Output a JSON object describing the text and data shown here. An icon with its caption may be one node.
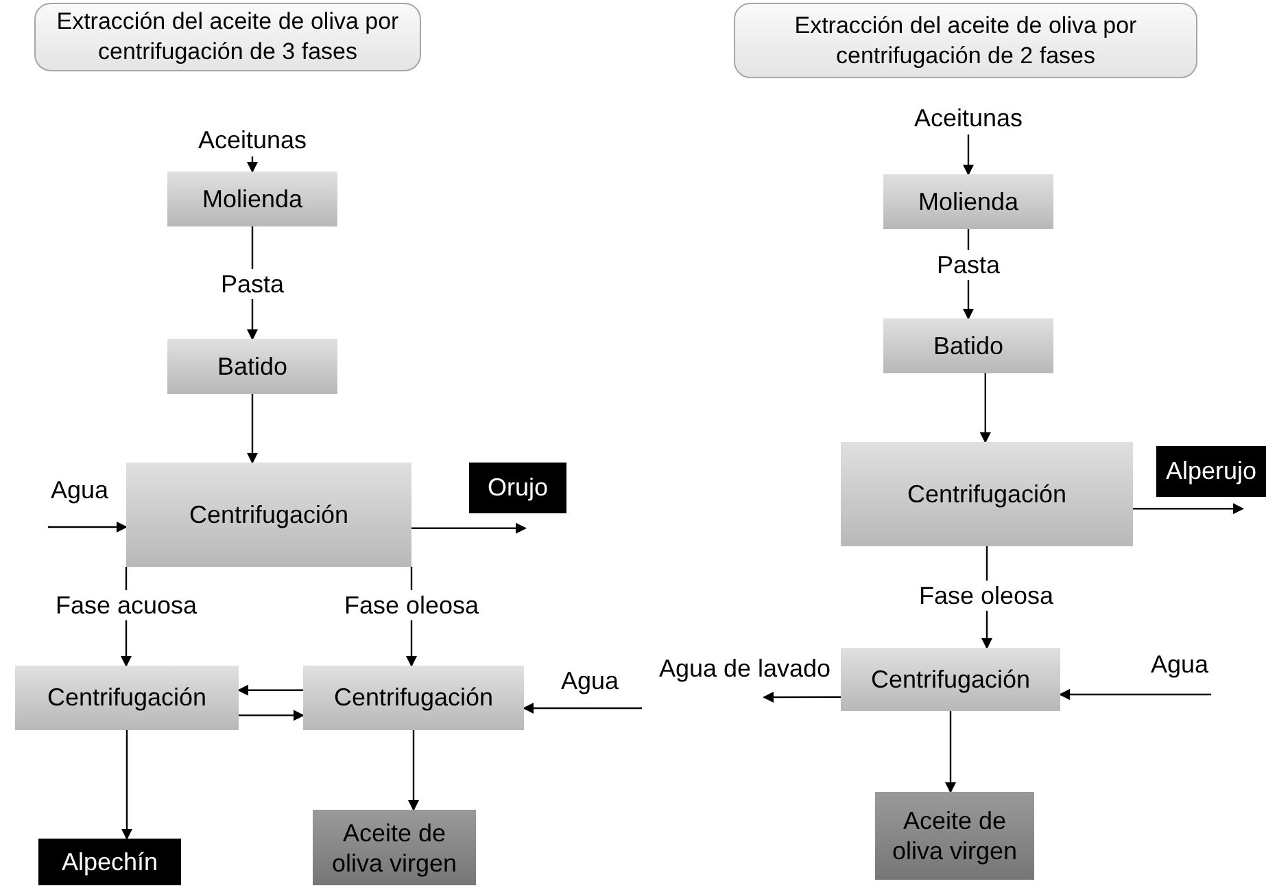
{
  "diagram": {
    "nodes": [
      {
        "text": [
          "Extracción del aceite de oliva por centrifugación de 3 fases"
        ]
      },
      {
        "text": [
          "Aceitunas"
        ]
      },
      {
        "text": [
          "Molienda"
        ]
      },
      {
        "text": [
          "Batido"
        ]
      },
      {
        "text": [
          "Centrifugación"
        ]
      },
      {
        "text": [
          "Orujo"
        ]
      },
      {
        "text": [
          "Centrifugación"
        ]
      },
      {
        "text": [
          "Centrifugación"
        ]
      },
      {
        "text": [
          "Alpechín"
        ]
      },
      {
        "text": [
          "Aceite de oliva virgen"
        ]
      },
      {
        "text": [
          "Extracción del aceite de oliva por centrifugación de 2 fases"
        ]
      },
      {
        "text": [
          "Aceitunas"
        ]
      },
      {
        "text": [
          "Molienda"
        ]
      },
      {
        "text": [
          "Batido"
        ]
      },
      {
        "text": [
          "Centrifugación"
        ]
      },
      {
        "text": [
          "Alperujo"
        ]
      },
      {
        "text": [
          "Centrifugación"
        ]
      },
      {
        "text": [
          "Aceite de oliva virgen"
        ]
      }
    ],
    "edges": [
      {
        "from": 1,
        "to": 2,
        "arrow": "to"
      },
      {
        "from": 2,
        "to": 3,
        "arrow": "to",
        "label": "Pasta"
      },
      {
        "from": 3,
        "to": 4,
        "arrow": "to"
      },
      {
        "from": null,
        "to": 4,
        "arrow": "to",
        "label": "Agua"
      },
      {
        "from": 4,
        "to": 5,
        "arrow": "to"
      },
      {
        "from": 4,
        "to": 6,
        "arrow": "to",
        "label": "Fase acuosa"
      },
      {
        "from": 4,
        "to": 7,
        "arrow": "to",
        "label": "Fase oleosa"
      },
      {
        "from": 7,
        "to": 6,
        "arrow": "to"
      },
      {
        "from": 6,
        "to": 7,
        "arrow": "to"
      },
      {
        "from": null,
        "to": 7,
        "arrow": "to",
        "label": "Agua"
      },
      {
        "from": 6,
        "to": 8,
        "arrow": "to"
      },
      {
        "from": 7,
        "to": 9,
        "arrow": "to"
      },
      {
        "from": 11,
        "to": 12,
        "arrow": "to"
      },
      {
        "from": 12,
        "to": 13,
        "arrow": "to",
        "label": "Pasta"
      },
      {
        "from": 13,
        "to": 14,
        "arrow": "to"
      },
      {
        "from": 14,
        "to": 15,
        "arrow": "to"
      },
      {
        "from": 14,
        "to": 16,
        "arrow": "to",
        "label": "Fase oleosa"
      },
      {
        "from": null,
        "to": 16,
        "arrow": "to",
        "label": "Agua"
      },
      {
        "from": 16,
        "to": null,
        "arrow": "to",
        "label": "Agua de lavado"
      },
      {
        "from": 16,
        "to": 17,
        "arrow": "to"
      }
    ]
  }
}
